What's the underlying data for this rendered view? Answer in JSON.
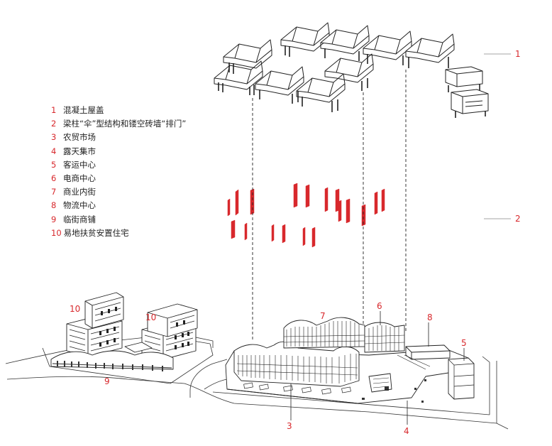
{
  "colors": {
    "accent": "#d8282c",
    "line": "#222222",
    "text": "#222222",
    "background": "#ffffff"
  },
  "legend": [
    {
      "num": "1",
      "text": "混凝土屋盖"
    },
    {
      "num": "2",
      "text": "梁柱“伞”型结构和镂空砖墙“排门”"
    },
    {
      "num": "3",
      "text": "农贸市场"
    },
    {
      "num": "4",
      "text": "露天集市"
    },
    {
      "num": "5",
      "text": "客运中心"
    },
    {
      "num": "6",
      "text": "电商中心"
    },
    {
      "num": "7",
      "text": "商业内街"
    },
    {
      "num": "8",
      "text": "物流中心"
    },
    {
      "num": "9",
      "text": "临街商铺"
    },
    {
      "num": "10",
      "text": "易地扶贫安置住宅"
    }
  ],
  "layer_labels": {
    "roof": "1",
    "structure": "2"
  },
  "building_labels": {
    "farmers_market": "3",
    "open_market": "4",
    "bus_center": "5",
    "ecommerce": "6",
    "inner_street": "7",
    "logistics": "8",
    "street_shops": "9",
    "housing_left": "10",
    "housing_right": "10"
  }
}
